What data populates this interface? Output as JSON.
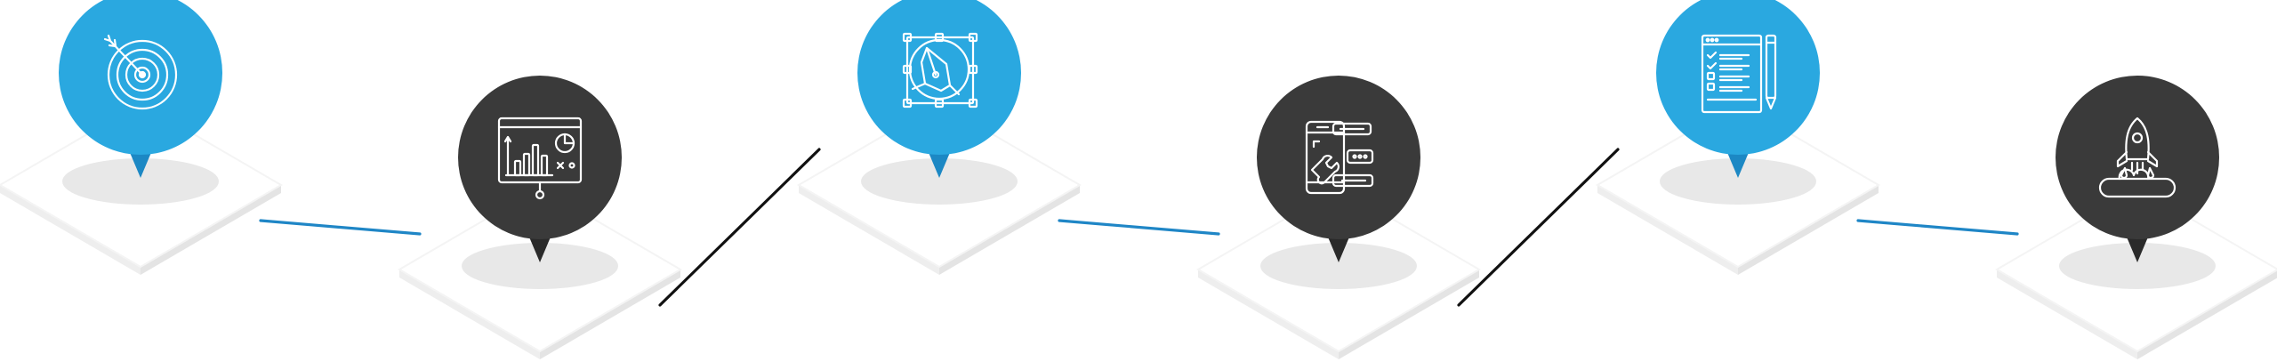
{
  "diagram": {
    "type": "process-timeline",
    "step_count": 6,
    "colors": {
      "blue_pin": "#2aa8e0",
      "blue_pin_tip": "#1c88c4",
      "dark_pin": "#3a3a3a",
      "dark_pin_tip": "#2a2a2a",
      "blue_connector": "#1f86c6",
      "dark_connector": "#111111",
      "tile_top": "#ffffff",
      "tile_side": "#eeeeee",
      "tile_edge": "#f4f4f4",
      "ellipse": "#e8e8e8",
      "icon_stroke": "#ffffff"
    },
    "steps": [
      {
        "id": "step-1",
        "icon": "target-icon",
        "pin_color": "blue",
        "level": "upper"
      },
      {
        "id": "step-2",
        "icon": "presentation-chart-icon",
        "pin_color": "dark",
        "level": "lower"
      },
      {
        "id": "step-3",
        "icon": "pen-tool-vector-icon",
        "pin_color": "blue",
        "level": "upper"
      },
      {
        "id": "step-4",
        "icon": "mobile-settings-icon",
        "pin_color": "dark",
        "level": "lower"
      },
      {
        "id": "step-5",
        "icon": "checklist-pencil-icon",
        "pin_color": "blue",
        "level": "upper"
      },
      {
        "id": "step-6",
        "icon": "rocket-launch-icon",
        "pin_color": "dark",
        "level": "lower"
      }
    ],
    "connectors": [
      {
        "from": "step-1",
        "to": "step-2",
        "color": "blue"
      },
      {
        "from": "step-2",
        "to": "step-3",
        "color": "dark"
      },
      {
        "from": "step-3",
        "to": "step-4",
        "color": "blue"
      },
      {
        "from": "step-4",
        "to": "step-5",
        "color": "dark"
      },
      {
        "from": "step-5",
        "to": "step-6",
        "color": "blue"
      }
    ]
  }
}
